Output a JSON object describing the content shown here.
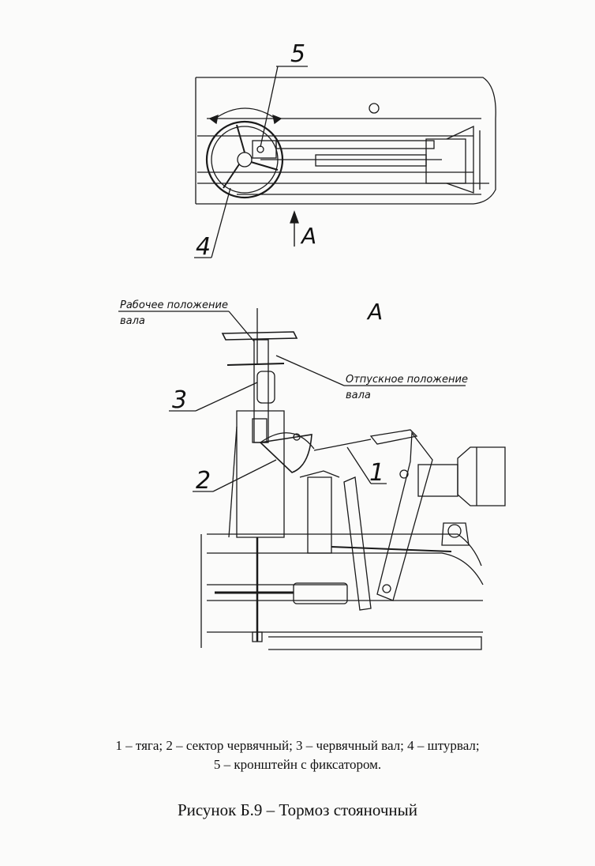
{
  "figure": {
    "top_view": {
      "callout_5": "5",
      "callout_4": "4",
      "view_arrow_label": "A"
    },
    "section_view": {
      "view_title": "A",
      "working_position_line1": "Рабочее положение",
      "working_position_line2": "вала",
      "release_position_line1": "Отпускное положение",
      "release_position_line2": "вала",
      "callout_3": "3",
      "callout_2": "2",
      "callout_1": "1"
    }
  },
  "caption": {
    "line1": "1 – тяга; 2 – сектор червячный; 3 – червячный вал; 4 – штурвал;",
    "line2": "5 – кронштейн с фиксатором."
  },
  "title": "Рисунок Б.9 – Тормоз стояночный"
}
